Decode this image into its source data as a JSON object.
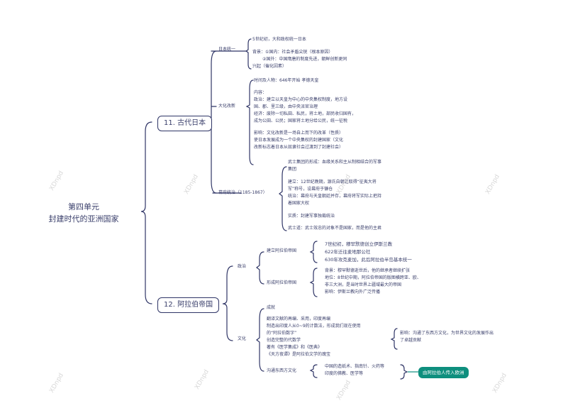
{
  "root": {
    "line1": "第四单元",
    "line2": "封建时代的亚洲国家"
  },
  "node11": {
    "title": "11. 古代日本",
    "b1": {
      "label": "日本统一",
      "l1": "5世纪初，大和政权统一日本",
      "l2": "背景：①国内：社会矛盾尖锐（根本原因）",
      "l3": "②国外：中国隋唐的制度先进，朝鲜创新更同",
      "l4": "兴起（催化因素）"
    },
    "b2": {
      "label": "大化改新",
      "l1": "时间及人物：646年开始 孝德天皇",
      "l2": "内容：",
      "l3": "政治：建立以天皇为中心的中央集权制度，地方设",
      "l4": "国、郡、里三级，由中央派官治理",
      "l5": "经济：废除一切私田、私民，将土地，部民收归国有，",
      "l6": "成为公田、公民；国家将土地分给公民，统一征税",
      "l7": "影响：文化改新是一场自上而下的改革（性质）",
      "l8": "使日本发展成为一个中央集权的封建国家（文化",
      "l9": "改新标志着日本从奴隶社会过渡到了封建社会）"
    },
    "b3": {
      "label": "幕府统治（1185-1867）",
      "l1": "武士集团的形成：血缘关系和主从制相结合的军事",
      "l2": "集团",
      "l3": "建立：12世纪晚期，源氏自朝廷取得“征夷大将",
      "l4": "军”称号，设幕府于镰仓",
      "l5": "统治：幕府与天皇朝廷并存，幕府将军实际上把持",
      "l6": "着国家大权",
      "l7": "实质：封建军事独裁统治",
      "l8": "武士道：武士效忠的对象不是国家，而是他的主君"
    }
  },
  "node12": {
    "title": "12. 阿拉伯帝国",
    "politics": {
      "label": "政治",
      "c1": {
        "label": "建立阿拉伯帝国",
        "l1": "7世纪初，穆罕默德创立伊斯兰教",
        "l2": "622年迁往麦地那公社",
        "l3": "630年攻克麦加，此后阿拉伯半岛基本统一"
      },
      "c2": {
        "label": "形成阿拉伯帝国",
        "l1": "背景：穆罕默德逝世后，他的继承者继续扩张",
        "l2": "地位：8世纪中期，阿拉伯帝国的版图横跨亚、欧、",
        "l3": "非三大洲，是当时世界上疆域最大的帝国",
        "l4": "影响：伊斯兰教向外广泛传播"
      }
    },
    "culture": {
      "label": "文化",
      "c1": {
        "l0": "成就",
        "l1": "翻译文献的再编、采用，印度再编",
        "l2": "制造出印度人从0~9的计数法，形成我们现在使用",
        "l3": "的“阿拉伯数字”",
        "l4": "创造完整的代数学",
        "l5": "著有《医学集成》和《医典》",
        "l6": "《天方夜谭》是阿拉伯文学的瑰宝",
        "side1": "影响：沟通了东西方文化，为世界文化的发展作出",
        "side2": "了卓越贡献"
      },
      "c2": {
        "label": "沟通东西方文化",
        "l1": "中国的造纸术、指南针、火药等",
        "l2": "印度的佛教、医学等",
        "tag": "由阿拉伯人传入欧洲"
      }
    }
  },
  "watermark": "XDnpd"
}
